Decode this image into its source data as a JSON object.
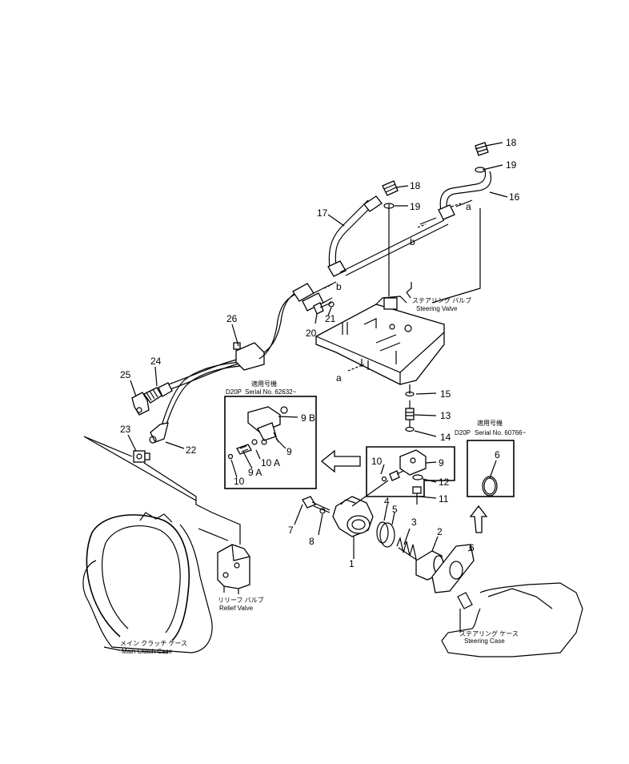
{
  "callouts": {
    "p1": "1",
    "p2": "2",
    "p3": "3",
    "p4": "4",
    "p5": "5",
    "p6a": "6",
    "p6b": "6",
    "p7": "7",
    "p8": "8",
    "p9a": "9",
    "p9b": "9",
    "p9A": "9 A",
    "p9B": "9 B",
    "p10a": "10",
    "p10b": "10",
    "p10A": "10 A",
    "p11": "11",
    "p12": "12",
    "p13": "13",
    "p14": "14",
    "p15": "15",
    "p16": "16",
    "p17": "17",
    "p18a": "18",
    "p18b": "18",
    "p19a": "19",
    "p19b": "19",
    "p20": "20",
    "p21": "21",
    "p22": "22",
    "p23": "23",
    "p24": "24",
    "p25": "25",
    "p26": "26",
    "ref_a1": "a",
    "ref_a2": "a",
    "ref_b1": "b",
    "ref_b2": "b"
  },
  "labels": {
    "steering_valve_jp": "ステアリング バルブ",
    "steering_valve_en": "Steering Valve",
    "relief_valve_jp": "リリーフ バルブ",
    "relief_valve_en": "Relief Valve",
    "main_clutch_jp": "メイン クラッチ ケース",
    "main_clutch_en": "Main Clutch Case",
    "steering_case_jp": "ステアリング ケース",
    "steering_case_en": "Steering Case"
  },
  "applicability": {
    "left_jp": "適用号機",
    "left_model": "D20P",
    "left_serial": "Serial No. 62632~",
    "right_jp": "適用号機",
    "right_model": "D20P",
    "right_serial": "Serial No. 60766~"
  }
}
